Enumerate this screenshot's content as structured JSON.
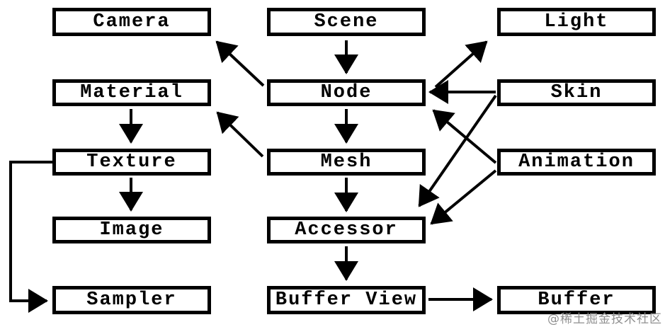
{
  "diagram": {
    "nodes": {
      "camera": "Camera",
      "scene": "Scene",
      "light": "Light",
      "material": "Material",
      "node": "Node",
      "skin": "Skin",
      "texture": "Texture",
      "mesh": "Mesh",
      "animation": "Animation",
      "image": "Image",
      "accessor": "Accessor",
      "sampler": "Sampler",
      "buffer_view": "Buffer View",
      "buffer": "Buffer"
    },
    "edges": [
      {
        "from": "scene",
        "to": "node"
      },
      {
        "from": "node",
        "to": "camera"
      },
      {
        "from": "node",
        "to": "light"
      },
      {
        "from": "node",
        "to": "mesh"
      },
      {
        "from": "skin",
        "to": "node"
      },
      {
        "from": "animation",
        "to": "node"
      },
      {
        "from": "mesh",
        "to": "material"
      },
      {
        "from": "material",
        "to": "texture"
      },
      {
        "from": "texture",
        "to": "image"
      },
      {
        "from": "texture",
        "to": "sampler"
      },
      {
        "from": "mesh",
        "to": "accessor"
      },
      {
        "from": "skin",
        "to": "accessor"
      },
      {
        "from": "animation",
        "to": "accessor"
      },
      {
        "from": "accessor",
        "to": "buffer_view"
      },
      {
        "from": "buffer_view",
        "to": "buffer"
      }
    ],
    "colors": {
      "line": "#000000",
      "box_background": "#ffffff",
      "box_border": "#000000",
      "watermark": "#8f8f8f"
    }
  },
  "watermark": {
    "text": "@稀土掘金技术社区"
  }
}
